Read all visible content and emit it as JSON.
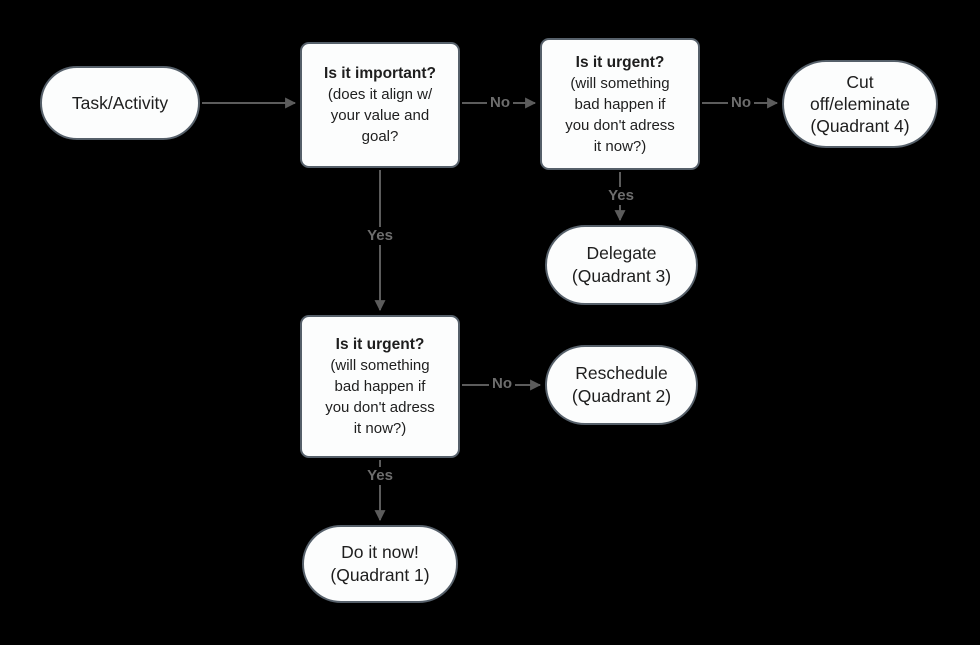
{
  "diagram": {
    "background_color": "#000000",
    "node_fill_color": "#fcfdfd",
    "node_border_color": "#56606a",
    "node_text_color": "#1e1e1e",
    "edge_color": "#5c5c5c",
    "edge_label_color": "#6d6d6d"
  },
  "nodes": {
    "task": {
      "label": "Task/Activity"
    },
    "important": {
      "title": "Is it important?",
      "body": "(does it align w/\nyour value and\ngoal?"
    },
    "urgent_top": {
      "title": "Is it urgent?",
      "body": "(will something\nbad happen if\nyou don't adress\nit now?)"
    },
    "cut_off": {
      "label": "Cut\noff/eleminate\n(Quadrant 4)"
    },
    "delegate": {
      "label": "Delegate\n(Quadrant 3)"
    },
    "urgent_bottom": {
      "title": "Is it urgent?",
      "body": "(will something\nbad happen if\nyou don't adress\nit now?)"
    },
    "reschedule": {
      "label": "Reschedule\n(Quadrant 2)"
    },
    "do_it_now": {
      "label": "Do it now!\n(Quadrant 1)"
    }
  },
  "edges": {
    "important_no": "No",
    "important_yes": "Yes",
    "urgent_top_no": "No",
    "urgent_top_yes": "Yes",
    "urgent_bottom_no": "No",
    "urgent_bottom_yes": "Yes"
  }
}
